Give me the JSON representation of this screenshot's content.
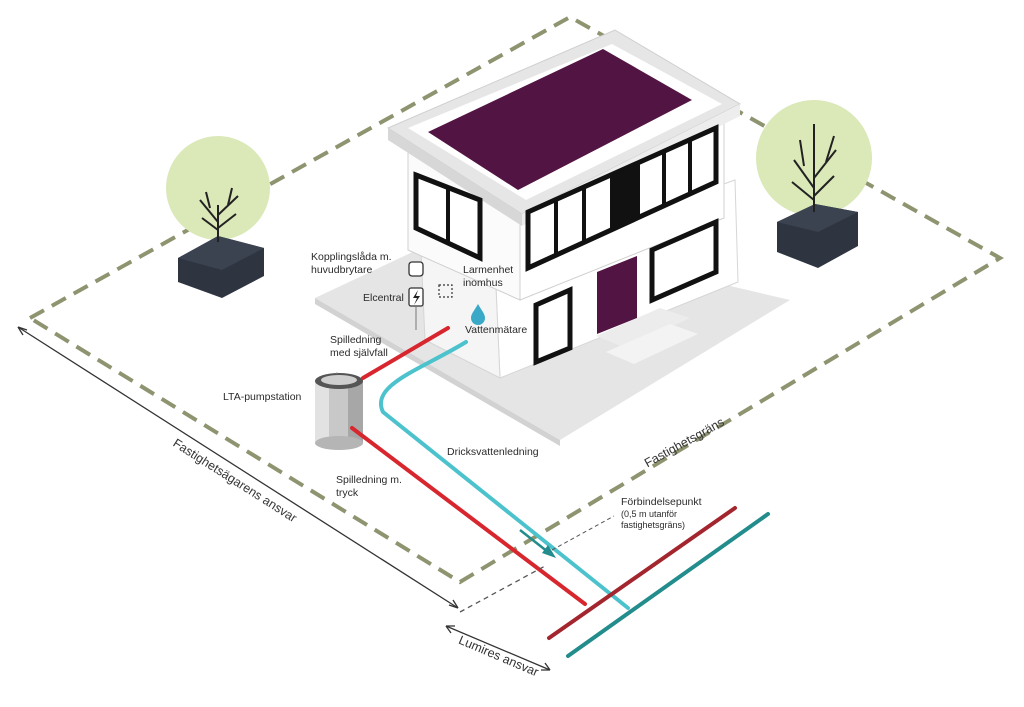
{
  "labels": {
    "kopplingslada_1": "Kopplingslåda m.",
    "kopplingslada_2": "huvudbrytare",
    "elcentral": "Elcentral",
    "larmenhet_1": "Larmenhet",
    "larmenhet_2": "inomhus",
    "vattenmatare": "Vattenmätare",
    "spilledning_sjalvfall_1": "Spilledning",
    "spilledning_sjalvfall_2": "med självfall",
    "lta_pumpstation": "LTA-pumpstation",
    "spilledning_tryck_1": "Spilledning m.",
    "spilledning_tryck_2": "tryck",
    "dricksvattenledning": "Dricksvattenledning",
    "forbindelsepunkt_1": "Förbindelsepunkt",
    "forbindelsepunkt_2": "(0,5 m utanför",
    "forbindelsepunkt_3": "fastighetsgräns)",
    "fastighetsgrans": "Fastighetsgräns",
    "fastighetsagarens_ansvar": "Fastighetsägarens ansvar",
    "lumires_ansvar": "Lumires ansvar"
  },
  "colors": {
    "roof": "#521443",
    "door": "#521443",
    "wastewater": "#d8262e",
    "wastewater_main": "#a3262f",
    "drinking_water": "#4cc2cc",
    "drinking_main": "#238c8c",
    "boundary": "#8f9470",
    "tree_canopy": "#dbe8b8",
    "planter": "#2e3440",
    "walls": "#ffffff",
    "ground": "#e4e4e4"
  }
}
